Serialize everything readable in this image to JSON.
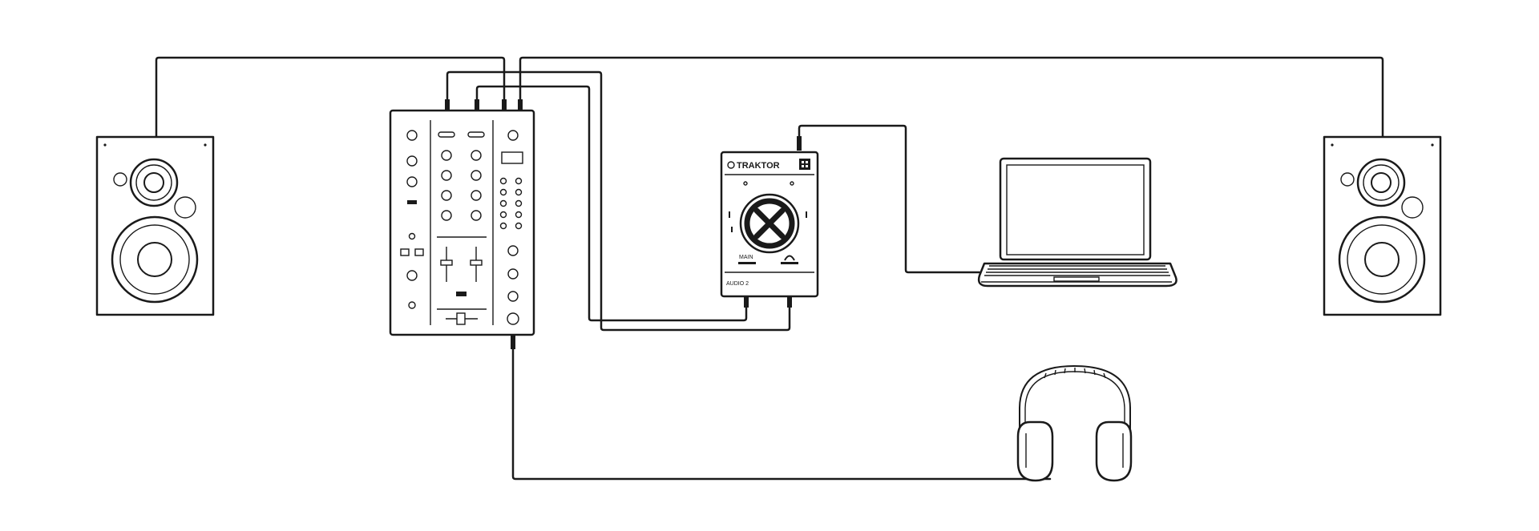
{
  "interface": {
    "brand_label": "TRAKTOR",
    "model_label": "AUDIO 2",
    "knob_label_left": "MAIN",
    "knob_label_right": "PHONES"
  },
  "colors": {
    "line": "#1a1a1a",
    "background": "#ffffff"
  }
}
